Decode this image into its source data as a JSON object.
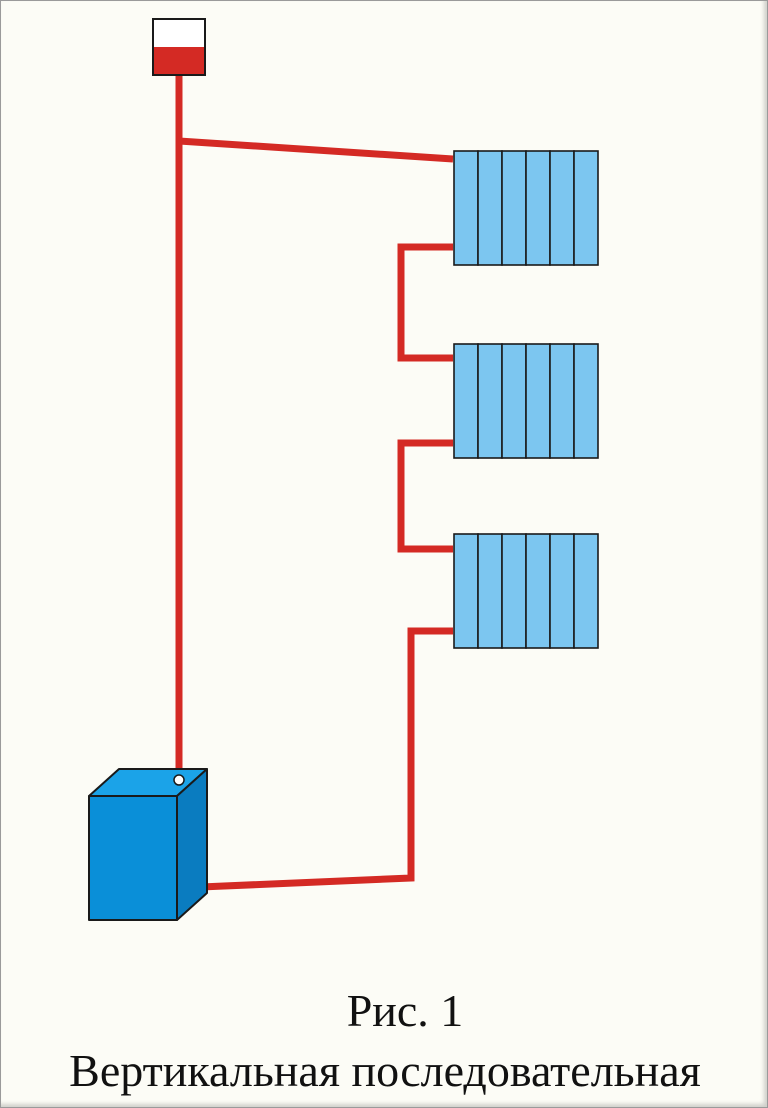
{
  "caption": {
    "figure_number": "Рис. 1",
    "title": "Вертикальная последовательная"
  },
  "colors": {
    "pipe": "#d42a24",
    "radiator_fill": "#7cc6f0",
    "radiator_stroke": "#1a1a1a",
    "boiler_front": "#0a8fd8",
    "boiler_side": "#0a7cc0",
    "boiler_top": "#1ba3e8",
    "tank_water": "#d42a24",
    "background": "#fcfcf6"
  },
  "diagram": {
    "components": [
      "expansion-tank",
      "boiler",
      "radiator",
      "radiator",
      "radiator"
    ],
    "radiator_sections": 6
  }
}
